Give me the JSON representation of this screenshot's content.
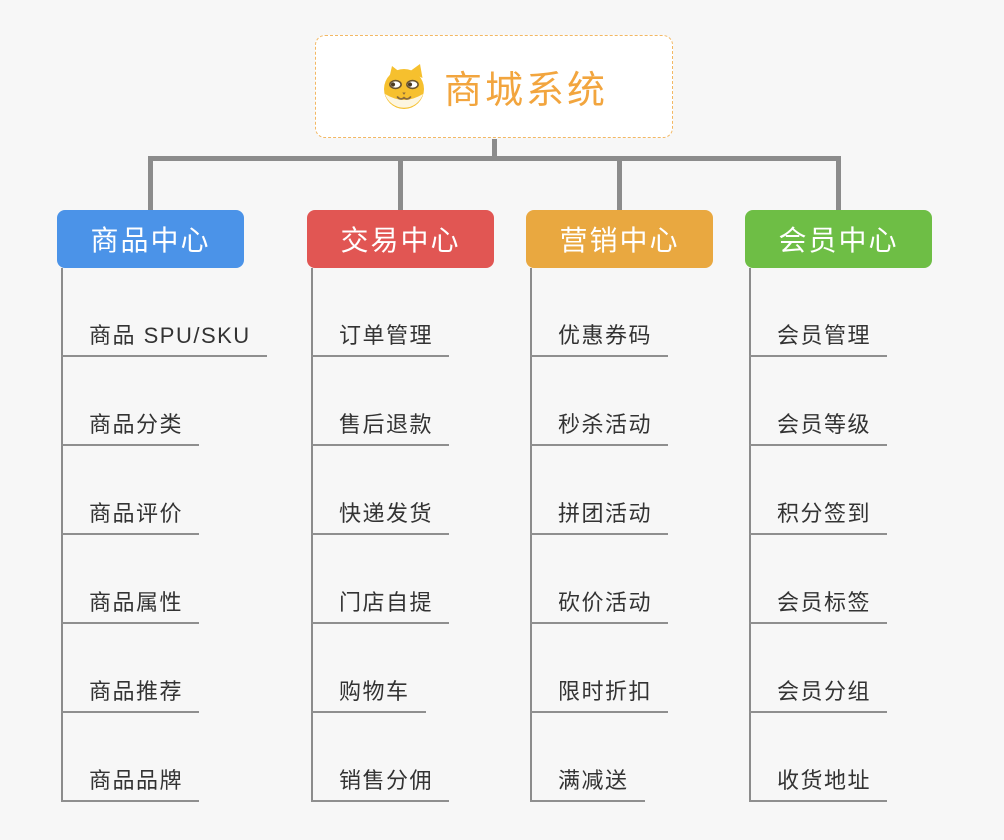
{
  "root": {
    "title": "商城系统",
    "icon": "dog-face-icon"
  },
  "branches": [
    {
      "label": "商品中心",
      "color": "#4B93E8",
      "items": [
        "商品 SPU/SKU",
        "商品分类",
        "商品评价",
        "商品属性",
        "商品推荐",
        "商品品牌"
      ]
    },
    {
      "label": "交易中心",
      "color": "#E15653",
      "items": [
        "订单管理",
        "售后退款",
        "快递发货",
        "门店自提",
        "购物车",
        "销售分佣"
      ]
    },
    {
      "label": "营销中心",
      "color": "#E9A840",
      "items": [
        "优惠券码",
        "秒杀活动",
        "拼团活动",
        "砍价活动",
        "限时折扣",
        "满减送"
      ]
    },
    {
      "label": "会员中心",
      "color": "#6EBE45",
      "items": [
        "会员管理",
        "会员等级",
        "积分签到",
        "会员标签",
        "会员分组",
        "收货地址"
      ]
    }
  ],
  "colors": {
    "background": "#F7F7F7",
    "connector": "#8C8C8C",
    "underline": "#8F8F8F",
    "root_text": "#F2A53E",
    "root_border": "#F3B863",
    "leaf_text": "#333333"
  }
}
